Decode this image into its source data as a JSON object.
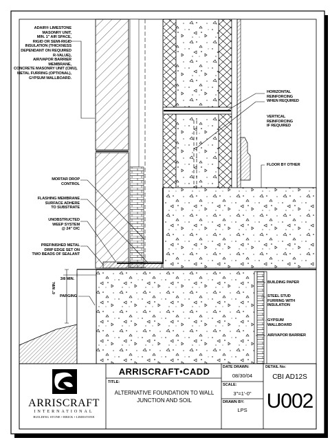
{
  "drawing": {
    "labels_left": {
      "wall_assembly": [
        "ADAIR® LIMESTONE",
        "MASONRY UNIT,",
        "MIN. 1\" AIR SPACE,",
        "RIGID OR SEMI-RIGID",
        "INSULATION (THICKNESS",
        "DEPENDANT ON REQUIRED",
        "R-VALUE),",
        "AIR/VAPOR BARRIER",
        "MEMBRANE,",
        "CONCRETE MASONRY UNIT (CMU),",
        "METAL FURRING (OPTIONAL),",
        "GYPSUM WALLBOARD."
      ],
      "mortar_drop": [
        "MORTAR DROP",
        "CONTROL"
      ],
      "flashing": [
        "FLASHING MEMBRANE",
        "SURFACE ADHERE",
        "TO SUBSTRATE"
      ],
      "weep": [
        "UNOBSTRUCTED",
        "WEEP SYSTEM",
        "@ 24\" O/C"
      ],
      "drip_edge": [
        "PREFINISHED METAL",
        "DRIP EDGE SET ON",
        "TWO BEADS OF SEALANT"
      ],
      "min_3_8": "3/8 MIN.",
      "min_6": "6\" MIN.",
      "parging": "PARGING"
    },
    "labels_right": {
      "horizontal": [
        "HORIZONTAL",
        "REINFORCING",
        "WHEN REQUIRED"
      ],
      "vertical": [
        "VERTICAL",
        "REINFORCING",
        "IF REQUIRED"
      ],
      "floor": "FLOOR BY OTHER",
      "paper": "BUILDING PAPER",
      "steel_stud": [
        "STEEL STUD",
        "FURRING WITH",
        "INSULATION"
      ],
      "gypsum": [
        "GYPSUM",
        "WALLBOARD"
      ],
      "airvapor": "AIR/VAPOR BARRIER"
    }
  },
  "title_block": {
    "logo_name": "ARRISCRAFT",
    "logo_sub": "INTERNATIONAL",
    "logo_tagline": "BUILDING STONE • BRICK • LIMESTONE",
    "company": "ARRISCRAFT•CADD",
    "title_label": "TITLE:",
    "title_line1": "ALTERNATIVE FOUNDATION TO WALL",
    "title_line2": "JUNCTION AND SOIL",
    "date_label": "DATE DRAWN:",
    "date_value": "08/30/04",
    "scale_label": "SCALE:",
    "scale_value": "3\"=1'-0\"",
    "drawn_label": "DRAWN BY:",
    "drawn_value": "LPS",
    "detail_label": "DETAIL No:",
    "detail_value": "CBI AD12S",
    "sheet_code": "U002"
  },
  "colors": {
    "ink": "#000000",
    "paper": "#ffffff"
  }
}
